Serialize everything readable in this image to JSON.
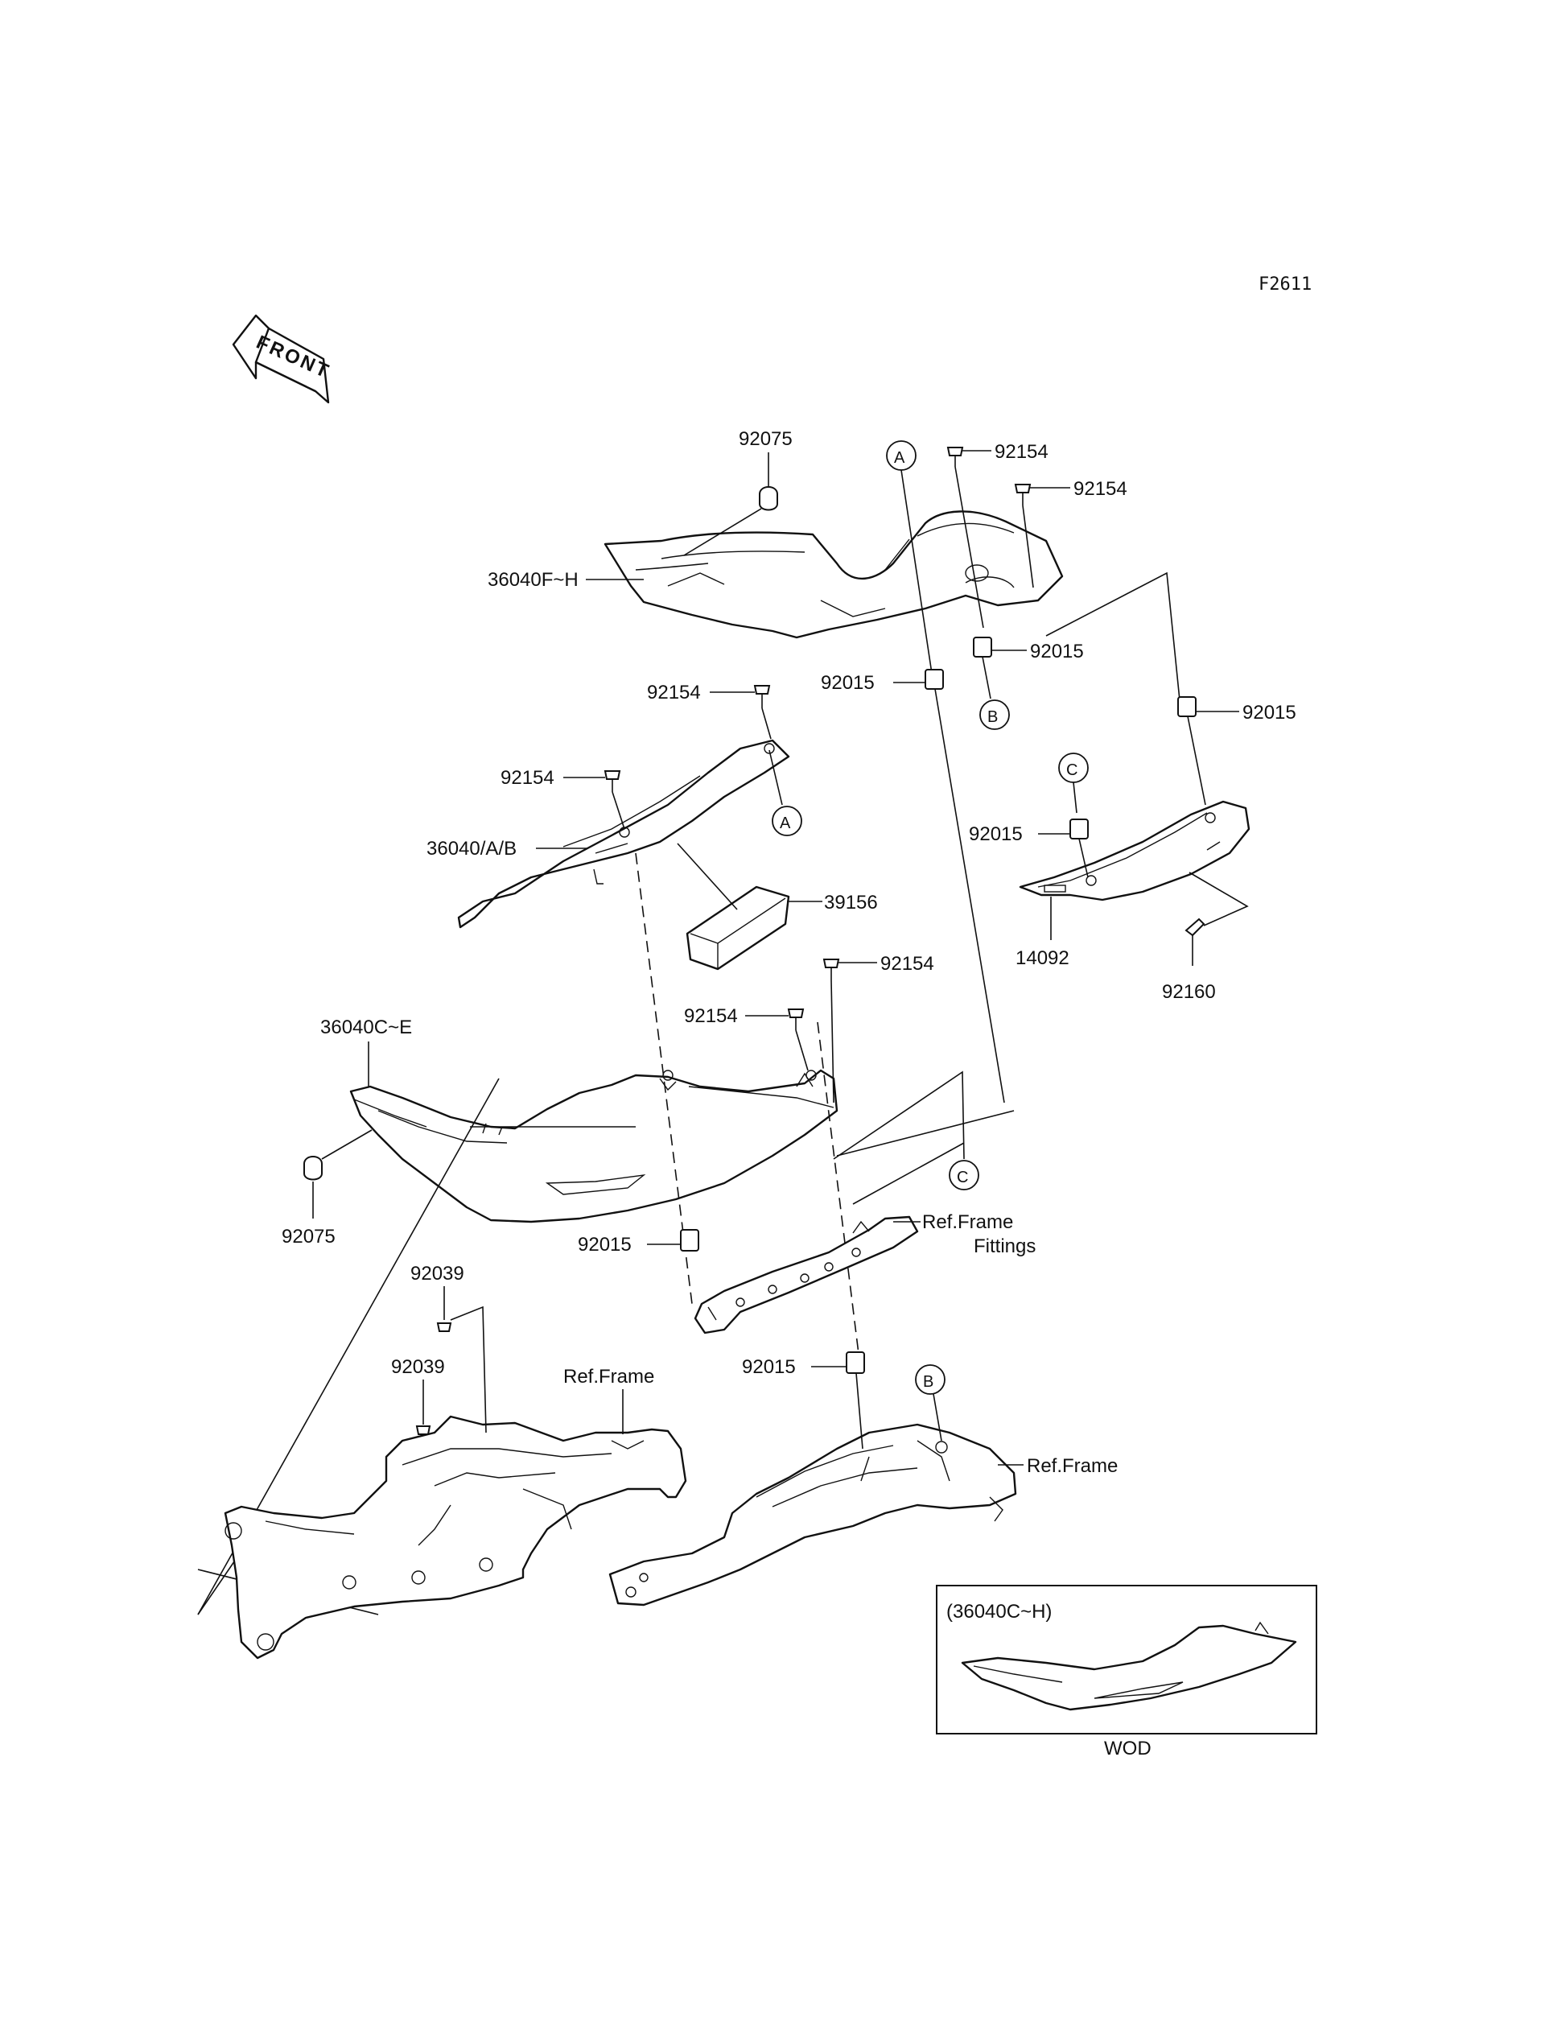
{
  "figure_id": "F2611",
  "front_arrow": {
    "label": "FRONT",
    "icon": "front-arrow-icon"
  },
  "labels": {
    "p92075_top": "92075",
    "p36040fh": "36040F~H",
    "pA_top": "A",
    "p92154_a": "92154",
    "p92154_b": "92154",
    "p92015_b": "92015",
    "pB_mid": "B",
    "p92015_a": "92015",
    "p92015_r": "92015",
    "p92154_c": "92154",
    "p92154_d": "92154",
    "p36040ab": "36040/A/B",
    "pA_mid": "A",
    "p39156": "39156",
    "pC_top": "C",
    "p92015_c": "92015",
    "p14092": "14092",
    "p92160": "92160",
    "p92154_e": "92154",
    "p92154_f": "92154",
    "p36040ce": "36040C~E",
    "p92075_low": "92075",
    "pC_mid": "C",
    "refframe_fittings_1": "Ref.Frame",
    "refframe_fittings_2": "Fittings",
    "p92015_d": "92015",
    "p92039_a": "92039",
    "p92039_b": "92039",
    "refframe_left": "Ref.Frame",
    "p92015_e": "92015",
    "pB_low": "B",
    "refframe_right": "Ref.Frame",
    "inset_title": "(36040C~H)",
    "inset_caption": "WOD"
  }
}
